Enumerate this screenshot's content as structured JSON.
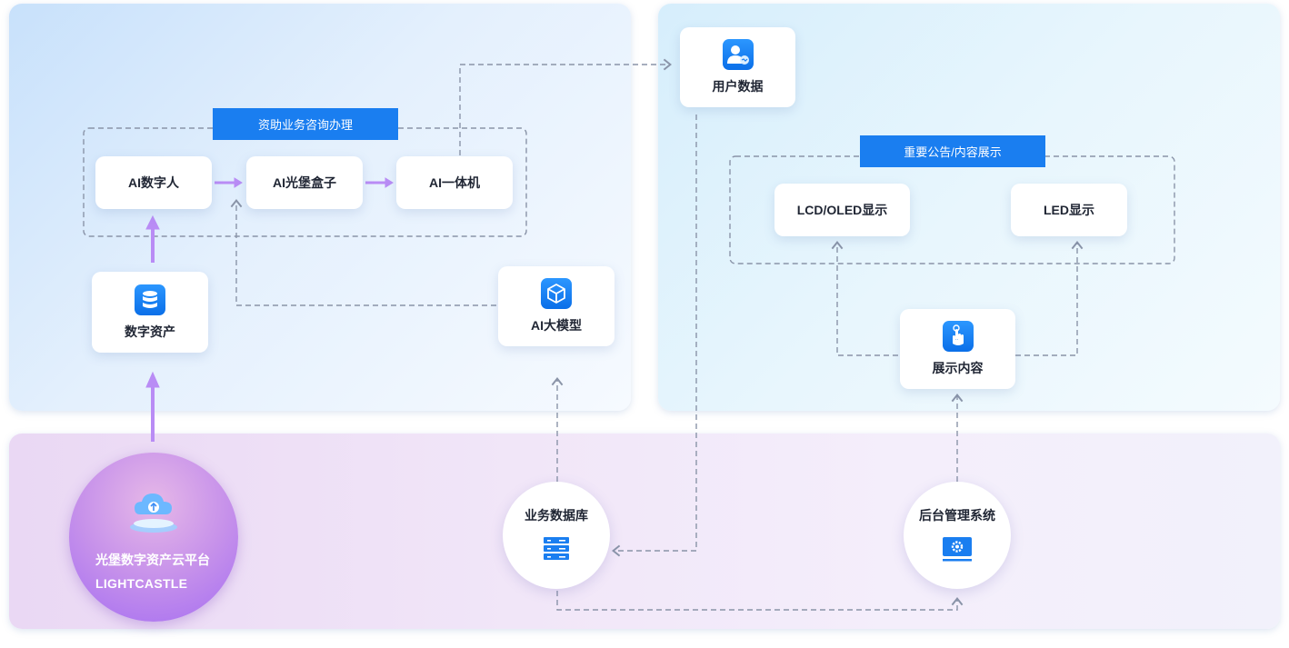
{
  "groups": {
    "consult": "资助业务咨询办理",
    "display": "重要公告/内容展示"
  },
  "nodes": {
    "ai_digital_human": "AI数字人",
    "ai_box": "AI光堡盒子",
    "ai_kiosk": "AI一体机",
    "digital_assets": "数字资产",
    "ai_model": "AI大模型",
    "user_data": "用户数据",
    "lcd_oled": "LCD/OLED显示",
    "led": "LED显示",
    "display_content": "展示内容",
    "business_db": "业务数据库",
    "backend": "后台管理系统"
  },
  "platform": {
    "name": "光堡数字资产云平台",
    "brand": "LIGHTCASTLE"
  },
  "icons": {
    "digital_assets": "database-icon",
    "ai_model": "cube-icon",
    "user_data": "user-chat-icon",
    "display_content": "hand-touch-icon",
    "business_db": "server-icon",
    "backend": "gear-monitor-icon",
    "platform": "cloud-upload-icon"
  },
  "colors": {
    "accent": "#1a7ef0",
    "arrow_solid": "#b98cf5",
    "arrow_dashed": "#8a94a8"
  }
}
